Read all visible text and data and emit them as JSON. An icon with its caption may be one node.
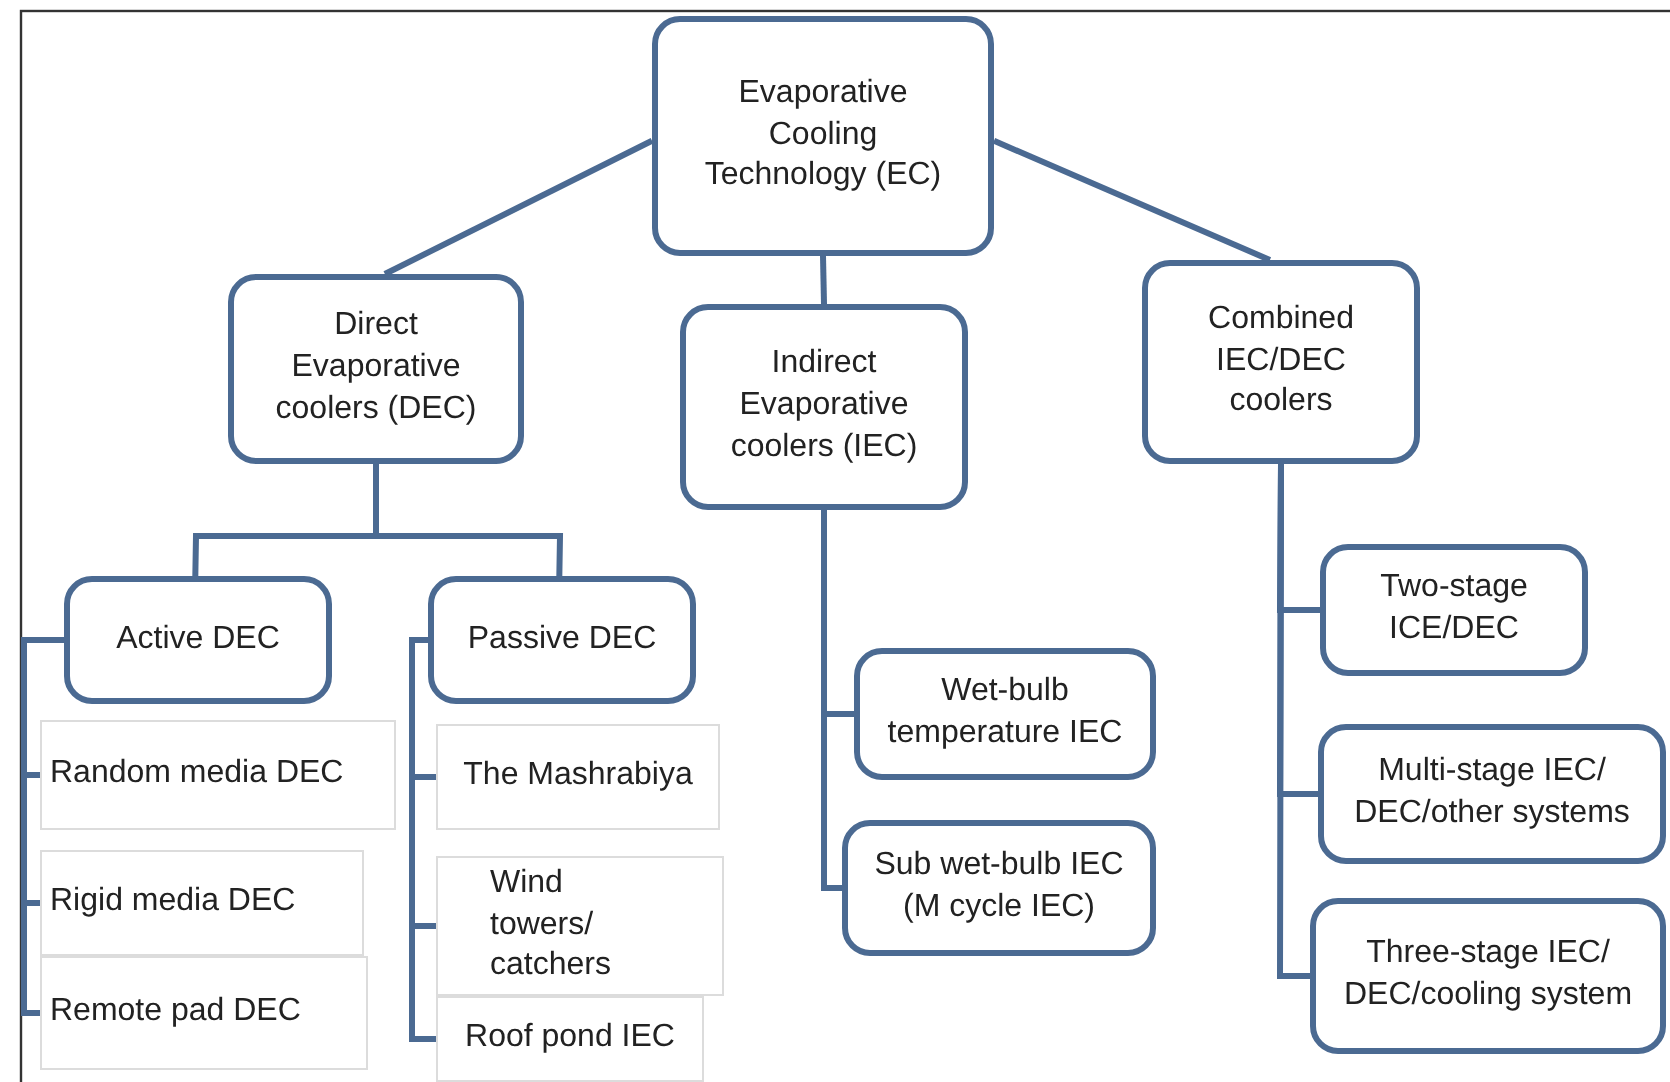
{
  "diagram": {
    "nodes": [
      {
        "text": [
          "Evaporative Cooling Technology (EC)"
        ]
      },
      {
        "text": [
          "Direct Evaporative coolers (DEC)"
        ]
      },
      {
        "text": [
          "Indirect Evaporative coolers (IEC)"
        ]
      },
      {
        "text": [
          "Combined IEC/DEC coolers"
        ]
      },
      {
        "text": [
          "Active DEC"
        ]
      },
      {
        "text": [
          "Passive DEC"
        ]
      },
      {
        "text": [
          "Random media DEC"
        ]
      },
      {
        "text": [
          "Rigid media DEC"
        ]
      },
      {
        "text": [
          "Remote pad DEC"
        ]
      },
      {
        "text": [
          "The Mashrabiya"
        ]
      },
      {
        "text": [
          "Wind towers/ catchers"
        ]
      },
      {
        "text": [
          "Roof pond IEC"
        ]
      },
      {
        "text": [
          "Wet-bulb temperature IEC"
        ]
      },
      {
        "text": [
          "Sub wet-bulb IEC (M cycle IEC)"
        ]
      },
      {
        "text": [
          "Two-stage ICE/DEC"
        ]
      },
      {
        "text": [
          "Multi-stage IEC/ DEC/other systems"
        ]
      },
      {
        "text": [
          "Three-stage IEC/ DEC/cooling system"
        ]
      }
    ],
    "edges": [
      {
        "from": 0,
        "to": 1,
        "arrow": "none"
      },
      {
        "from": 0,
        "to": 2,
        "arrow": "none"
      },
      {
        "from": 0,
        "to": 3,
        "arrow": "none"
      },
      {
        "from": 1,
        "to": 4,
        "arrow": "none"
      },
      {
        "from": 1,
        "to": 5,
        "arrow": "none"
      },
      {
        "from": 4,
        "to": 6,
        "arrow": "none"
      },
      {
        "from": 4,
        "to": 7,
        "arrow": "none"
      },
      {
        "from": 4,
        "to": 8,
        "arrow": "none"
      },
      {
        "from": 5,
        "to": 9,
        "arrow": "none"
      },
      {
        "from": 5,
        "to": 10,
        "arrow": "none"
      },
      {
        "from": 5,
        "to": 11,
        "arrow": "none"
      },
      {
        "from": 2,
        "to": 12,
        "arrow": "none"
      },
      {
        "from": 2,
        "to": 13,
        "arrow": "none"
      },
      {
        "from": 3,
        "to": 14,
        "arrow": "none"
      },
      {
        "from": 3,
        "to": 15,
        "arrow": "none"
      },
      {
        "from": 3,
        "to": 16,
        "arrow": "none"
      }
    ]
  }
}
